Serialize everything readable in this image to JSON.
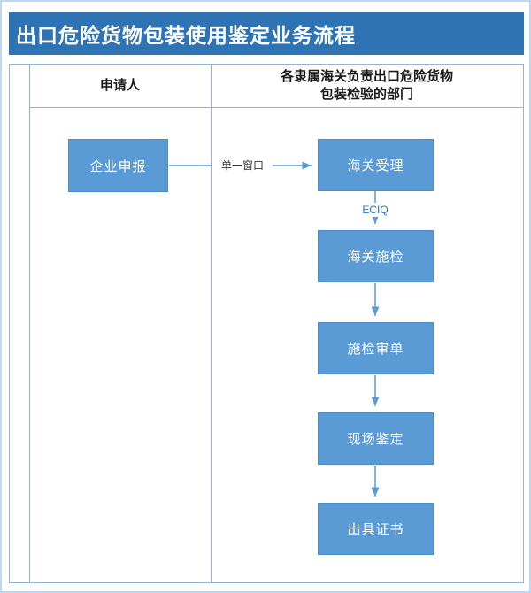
{
  "title": "出口危险货物包装使用鉴定业务流程",
  "lanes": [
    {
      "id": "applicant",
      "header": "申请人"
    },
    {
      "id": "customs",
      "header_line1": "各隶属海关负责出口危险货物",
      "header_line2": "包装检验的部门"
    }
  ],
  "nodes": [
    {
      "id": "enterprise-declaration",
      "label": "企业申报"
    },
    {
      "id": "customs-acceptance",
      "label": "海关受理"
    },
    {
      "id": "customs-inspection",
      "label": "海关施检"
    },
    {
      "id": "inspection-review",
      "label": "施检审单"
    },
    {
      "id": "onsite-identification",
      "label": "现场鉴定"
    },
    {
      "id": "issue-certificate",
      "label": "出具证书"
    }
  ],
  "edge_labels": {
    "single_window": "单一窗口",
    "eciq": "ECIQ"
  },
  "colors": {
    "title_bar": "#2E74B5",
    "node_fill": "#5B9BD5",
    "arrow": "#5B9BD5",
    "table_border": "#95B3D7",
    "outer_border": "#BDD7EE"
  }
}
